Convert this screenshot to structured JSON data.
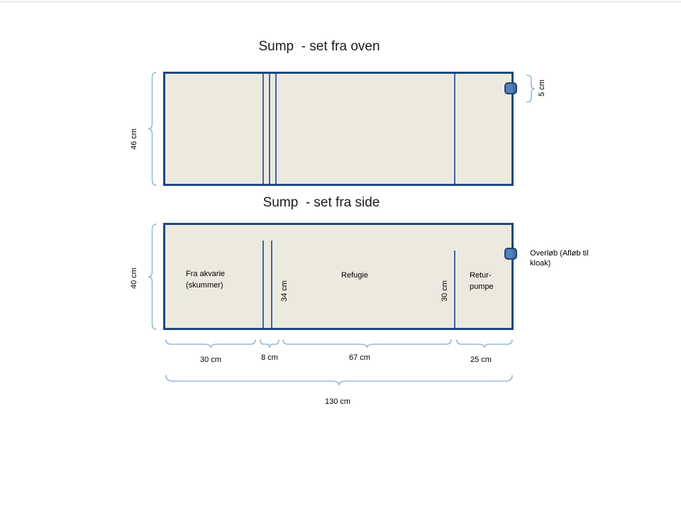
{
  "slide": {
    "top_view": {
      "title": "Sump  - set fra oven",
      "height_dim": "46 cm",
      "overflow_dim": "5 cm"
    },
    "side_view": {
      "title": "Sump  - set fra side",
      "height_dim": "40 cm",
      "chambers": {
        "left": "Fra akvarie (skummer)",
        "middle": "Refugie",
        "right": "Retur-pumpe"
      },
      "baffle_heights": {
        "left": "34 cm",
        "right": "30 cm"
      },
      "overflow_note": "Overløb (Afløb til kloak)",
      "bottom_dims": {
        "d1": "30 cm",
        "d2": "8 cm",
        "d3": "67 cm",
        "d4": "25 cm",
        "total": "130 cm"
      }
    },
    "colors": {
      "tank_border": "#1f497d",
      "tank_fill": "#ece9df",
      "baffle_line": "#44679b",
      "brace": "#9db6d9",
      "pump_fill": "#4f81bd",
      "pump_border": "#27436e",
      "text": "#000000"
    }
  }
}
